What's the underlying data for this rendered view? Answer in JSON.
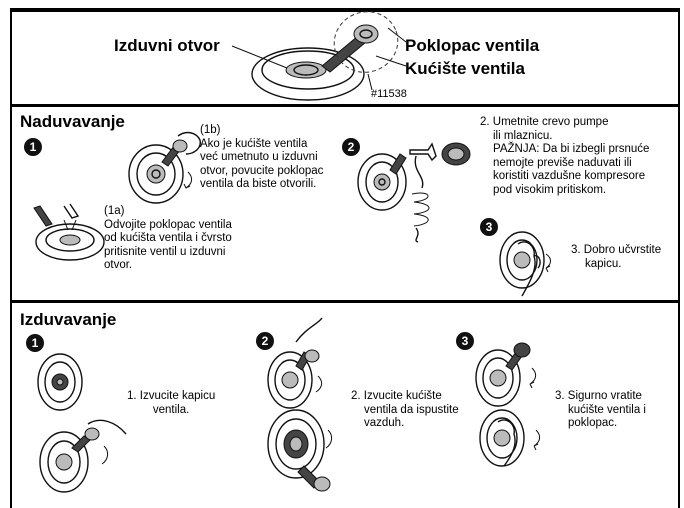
{
  "header": {
    "label_left": "Izduvni otvor",
    "label_right_1": "Poklopac ventila",
    "label_right_2": "Kućište ventila",
    "part_number": "#11538"
  },
  "inflate": {
    "title": "Naduvavanje",
    "step1_num": "1",
    "step1b_lines": [
      "(1b)",
      "Ako je kućište ventila",
      "već umetnuto u izduvni",
      "otvor, povucite poklopac",
      "ventila da biste otvorili."
    ],
    "step1a_lines": [
      "(1a)",
      "Odvojite poklopac ventila",
      "od kućišta ventila i čvrsto",
      "pritisnite ventil u izduvni",
      "otvor."
    ],
    "step2_num": "2",
    "step2_lines": [
      "2. Umetnite crevo pumpe",
      "ili mlaznicu.",
      "PAŽNJA: Da bi izbegli prsnuće",
      "nemojte previše naduvati ili",
      "koristiti vazdušne kompresore",
      "pod visokim pritiskom."
    ],
    "step3_num": "3",
    "step3_lines": [
      "3. Dobro učvrstite",
      "kapicu."
    ]
  },
  "deflate": {
    "title": "Izduvavanje",
    "step1_num": "1",
    "step1_lines": [
      "1. Izvucite kapicu",
      "ventila."
    ],
    "step2_num": "2",
    "step2_lines": [
      "2. Izvucite kućište",
      "ventila da ispustite",
      "vazduh."
    ],
    "step3_num": "3",
    "step3_lines": [
      "3. Sigurno vratite",
      "kućište ventila i",
      "poklopac."
    ]
  }
}
